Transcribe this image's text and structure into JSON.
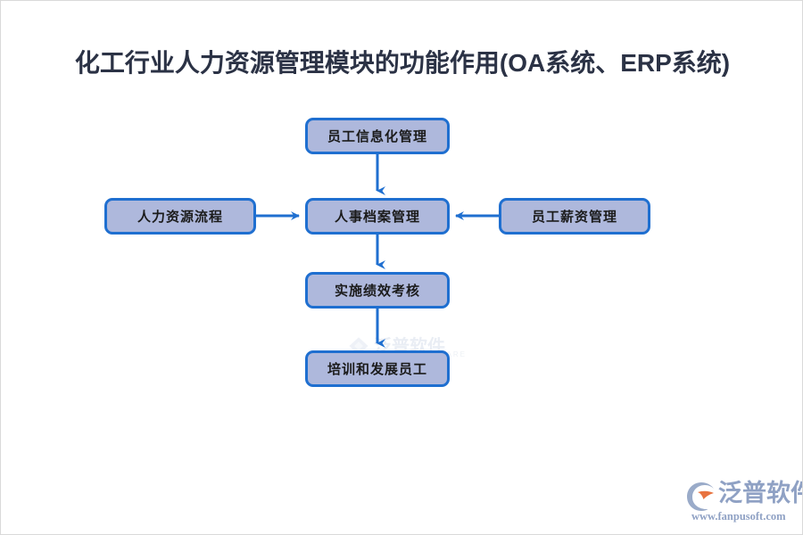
{
  "page": {
    "title": "化工行业人力资源管理模块的功能作用(OA系统、ERP系统)",
    "title_color": "#2b3245",
    "background_color": "#ffffff"
  },
  "diagram": {
    "type": "flowchart",
    "node_fill_color": "#aeb8dc",
    "node_border_color": "#1f6fd0",
    "connector_color": "#1f6fd0",
    "nodes": [
      {
        "id": "employee-info",
        "label": "员工信息化管理"
      },
      {
        "id": "hr-process",
        "label": "人力资源流程"
      },
      {
        "id": "personnel-file",
        "label": "人事档案管理"
      },
      {
        "id": "salary",
        "label": "员工薪资管理"
      },
      {
        "id": "performance",
        "label": "实施绩效考核"
      },
      {
        "id": "training",
        "label": "培训和发展员工"
      }
    ],
    "edges": [
      {
        "from": "employee-info",
        "to": "personnel-file",
        "direction": "down"
      },
      {
        "from": "hr-process",
        "to": "personnel-file",
        "direction": "right"
      },
      {
        "from": "salary",
        "to": "personnel-file",
        "direction": "left"
      },
      {
        "from": "personnel-file",
        "to": "performance",
        "direction": "down"
      },
      {
        "from": "performance",
        "to": "training",
        "direction": "down"
      }
    ]
  },
  "watermark": {
    "cn": "泛普软件",
    "en": "FANPU SOFTWARE"
  },
  "brand": {
    "name": "泛普软件",
    "url": "www.fanpusoft.com",
    "color": "#8fa1c4",
    "accent": "#e8733f"
  }
}
